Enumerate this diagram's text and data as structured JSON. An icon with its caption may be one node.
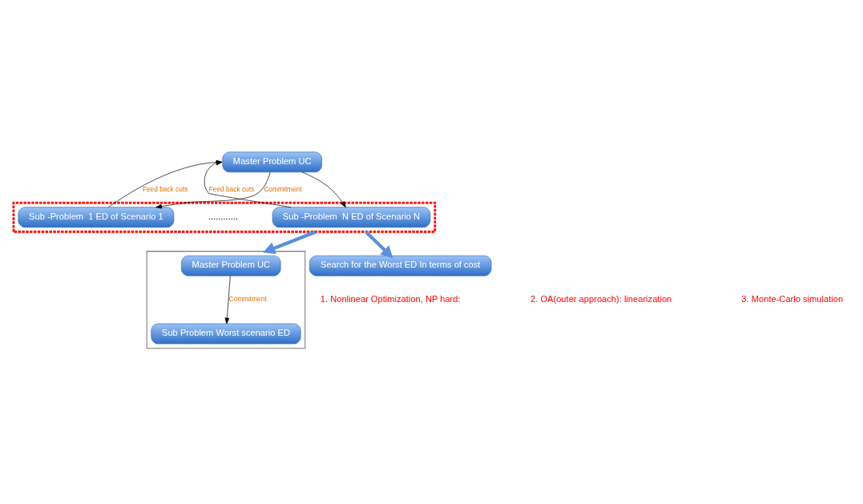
{
  "diagram": {
    "nodes": [
      {
        "text": [
          "Master Problem UC"
        ]
      },
      {
        "text": [],
        "shape": "box"
      },
      {
        "text": [
          "Sub -Problem  1 ED of Scenario 1"
        ],
        "in": 1
      },
      {
        "text": [
          "Sub -Problem  N ED of Scenario N"
        ],
        "in": 1
      },
      {
        "text": [],
        "shape": "box"
      },
      {
        "text": [
          "Master Problem UC"
        ],
        "in": 4
      },
      {
        "text": [
          "Sub Problem Worst scenario ED"
        ],
        "in": 4
      },
      {
        "text": [
          "Search for the Worst ED In terms of cost"
        ]
      }
    ],
    "edges": [
      {
        "from": 0,
        "to": 2,
        "arrow": "to",
        "label": "Commitment"
      },
      {
        "from": 0,
        "to": 3,
        "arrow": "to"
      },
      {
        "from": 2,
        "to": 0,
        "arrow": "to",
        "label": "Feed back cuts"
      },
      {
        "from": 3,
        "to": 0,
        "arrow": "to",
        "label": "Feed back cuts"
      },
      {
        "from": 1,
        "to": 4,
        "arrow": "to",
        "style": "thick",
        "color": "#5b8fdc"
      },
      {
        "from": 5,
        "to": 6,
        "arrow": "to",
        "label": "Commitment"
      },
      {
        "from": 1,
        "to": 7,
        "arrow": "to",
        "style": "thick",
        "color": "#5b8fdc"
      }
    ],
    "labels": [
      "............",
      "1. Nonlinear Optimization, NP hard:",
      "2. OA(outer approach): linearization",
      "3. Monte-Carlo simulation"
    ]
  }
}
